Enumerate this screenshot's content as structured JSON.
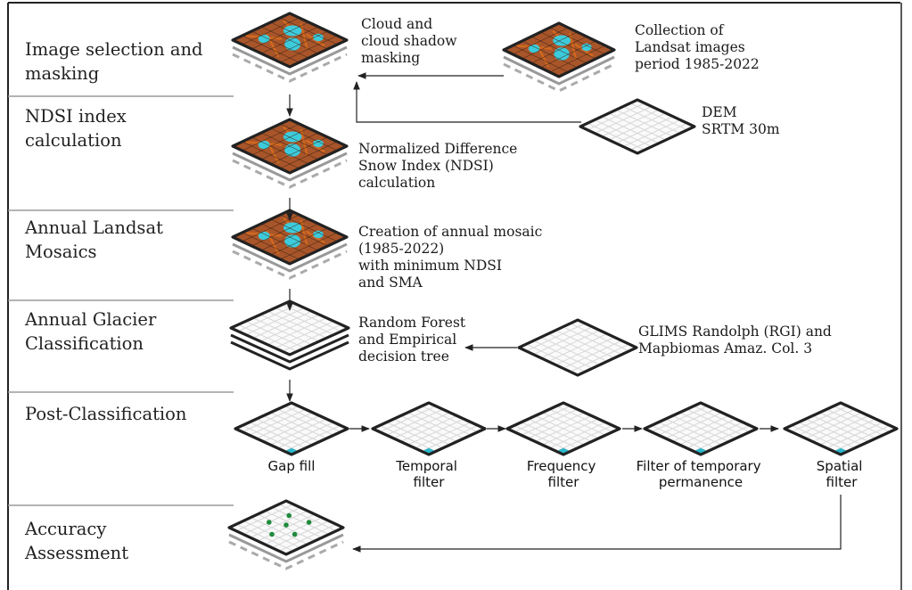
{
  "stages": [
    {
      "lines": [
        "Image selection and",
        "masking"
      ]
    },
    {
      "lines": [
        "NDSI index",
        "calculation"
      ]
    },
    {
      "lines": [
        "Annual Landsat",
        "Mosaics"
      ]
    },
    {
      "lines": [
        "Annual Glacier",
        "Classification"
      ]
    },
    {
      "lines": [
        "Post-Classification"
      ]
    },
    {
      "lines": [
        "Accuracy",
        "Assessment"
      ]
    }
  ],
  "notes": {
    "cloud_masking": [
      "Cloud and",
      "cloud shadow",
      "masking"
    ],
    "landsat_collection": [
      "Collection of",
      "Landsat images",
      "period 1985-2022"
    ],
    "dem": [
      "DEM",
      "SRTM 30m"
    ],
    "ndsi": [
      "Normalized Difference",
      "Snow Index (NDSI)",
      "calculation"
    ],
    "mosaic": [
      "Creation of annual mosaic",
      "(1985-2022)",
      "with minimum NDSI",
      "and SMA"
    ],
    "classifier": [
      "Random Forest",
      "and Empirical",
      "decision tree"
    ],
    "reference_data": [
      "GLIMS Randolph (RGI) and",
      "Mapbiomas Amaz. Col. 3"
    ]
  },
  "filters": [
    {
      "lines": [
        "Gap fill"
      ]
    },
    {
      "lines": [
        "Temporal",
        "filter"
      ]
    },
    {
      "lines": [
        "Frequency",
        "filter"
      ]
    },
    {
      "lines": [
        "Filter of temporary",
        "permanence"
      ]
    },
    {
      "lines": [
        "Spatial",
        "filter"
      ]
    }
  ],
  "colors": {
    "line": "#222222",
    "separator": "#9a9a9a",
    "grid_cell": "#d8d8d8",
    "raster_base": "#a8552a",
    "raster_texture": "#d2691e",
    "snow": "#36d2e6",
    "filter_pixel": "#2bb7c9",
    "sample_point": "#1f8a3c"
  },
  "icons": {
    "raster": "layered-landsat-image-icon",
    "grid": "raster-grid-icon",
    "sample_grid": "accuracy-sample-grid-icon"
  }
}
